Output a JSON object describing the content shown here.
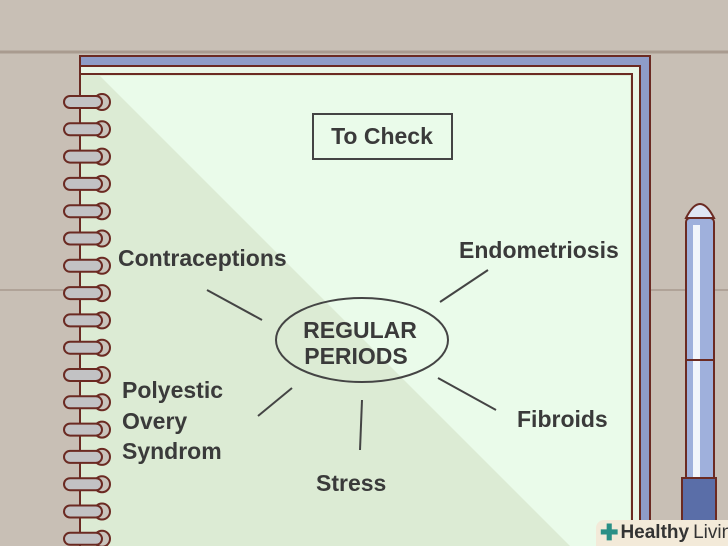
{
  "title": "To Check",
  "center": {
    "line1": "REGULAR",
    "line2": "PERIODS"
  },
  "branches": {
    "contraceptions": "Contraceptions",
    "endometriosis": "Endometriosis",
    "pcos": [
      "Polyestic",
      "Overy",
      "Syndrom"
    ],
    "fibroids": "Fibroids",
    "stress": "Stress"
  },
  "watermark": {
    "bold": "Healthy",
    "light": "Living"
  }
}
